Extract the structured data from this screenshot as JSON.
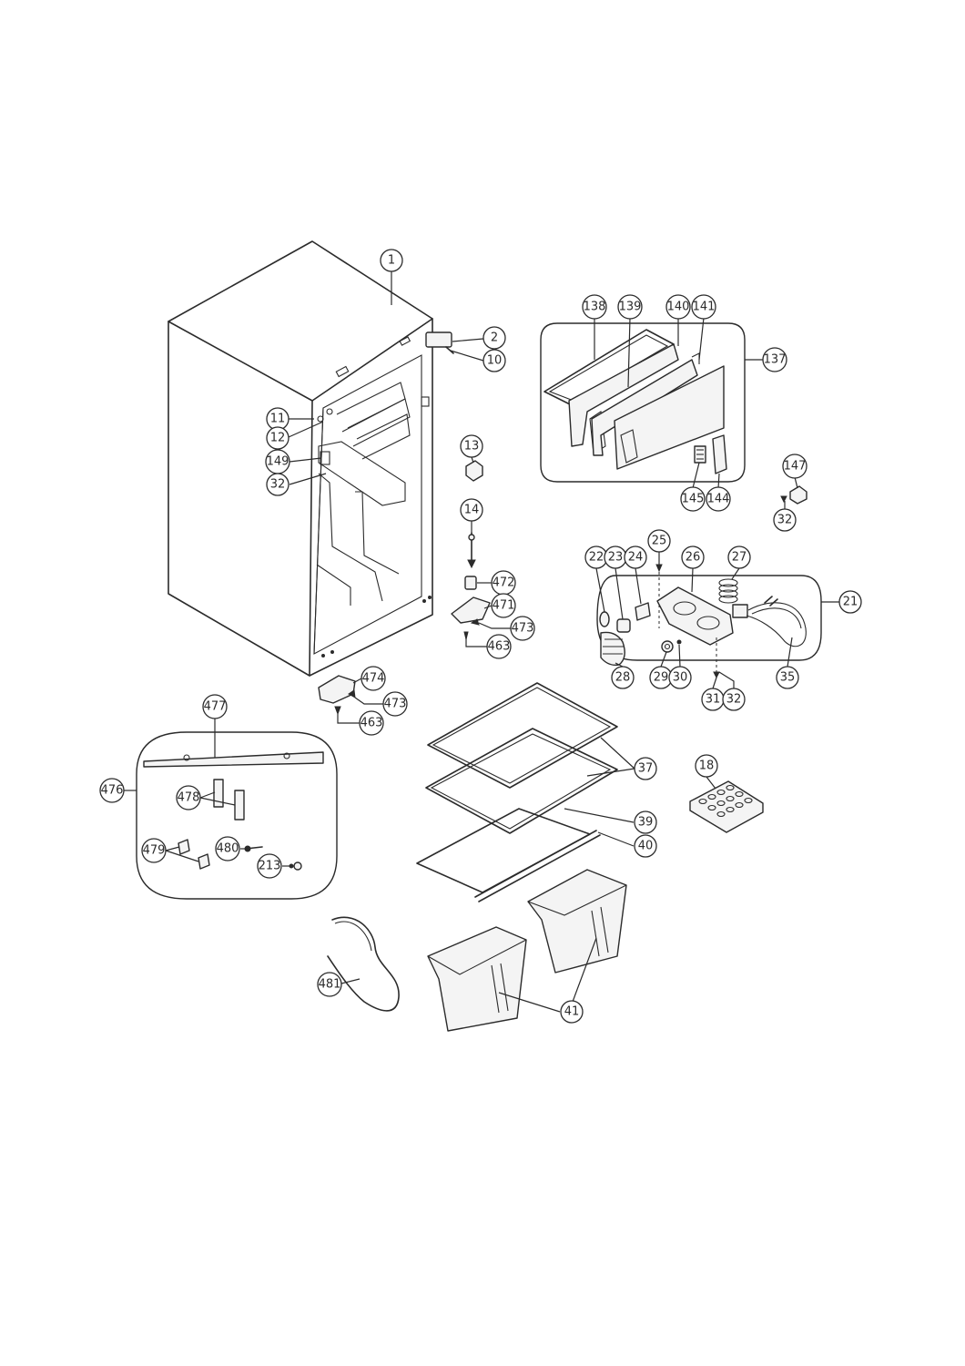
{
  "callouts": {
    "c1": "1",
    "c2": "2",
    "c10": "10",
    "c11": "11",
    "c12": "12",
    "c149": "149",
    "c32a": "32",
    "c13": "13",
    "c14": "14",
    "c472": "472",
    "c471": "471",
    "c473a": "473",
    "c463a": "463",
    "c474": "474",
    "c473b": "473",
    "c463b": "463",
    "c138": "138",
    "c139": "139",
    "c140": "140",
    "c141": "141",
    "c137": "137",
    "c145": "145",
    "c144": "144",
    "c147": "147",
    "c32b": "32",
    "c22": "22",
    "c23": "23",
    "c24": "24",
    "c25": "25",
    "c26": "26",
    "c27": "27",
    "c21": "21",
    "c28": "28",
    "c29": "29",
    "c30": "30",
    "c31": "31",
    "c32c": "32",
    "c35": "35",
    "c477": "477",
    "c476": "476",
    "c478": "478",
    "c479": "479",
    "c480": "480",
    "c213": "213",
    "c37": "37",
    "c39": "39",
    "c40": "40",
    "c18": "18",
    "c481": "481",
    "c41": "41"
  }
}
